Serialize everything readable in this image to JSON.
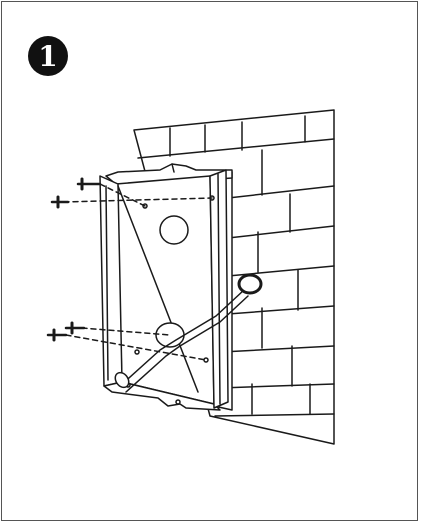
{
  "step": {
    "number": "1"
  },
  "illustration": {
    "wall": "brick-wall",
    "box": "flush-mount-back-box",
    "screws": "wall-screws",
    "cable": "cable-through-entry-hole"
  },
  "colors": {
    "ink": "#1a1a1a",
    "border": "#555555",
    "background": "#ffffff"
  }
}
